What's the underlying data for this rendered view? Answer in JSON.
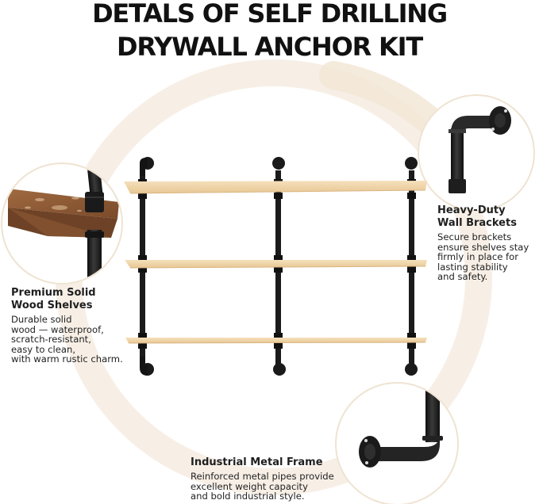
{
  "title": {
    "line1": "DETALS OF SELF DRILLING",
    "line2": "DRYWALL ANCHOR KIT"
  },
  "features": [
    {
      "id": "wood",
      "heading": "Premium Solid\nWood Shelves",
      "heading_line1": "Premium Solid",
      "heading_line2": "Wood Shelves",
      "body": "Durable solid\nwood — waterproof,\nscratch-resistant,\neasy to clean,\nwith warm rustic charm.",
      "image": "wood-shelf-closeup"
    },
    {
      "id": "bracket",
      "heading_line1": "Heavy-Duty",
      "heading_line2": "Wall Brackets",
      "body": "Secure brackets\nensure shelves stay\nfirmly in place for\nlasting stability\nand safety.",
      "image": "wall-bracket-closeup"
    },
    {
      "id": "frame",
      "heading_line1": "Industrial Metal Frame",
      "body": "Reinforced metal pipes provide\nexcellent weight capacity\nand bold industrial style.",
      "image": "pipe-flange-closeup"
    }
  ],
  "product": {
    "name": "3-tier industrial pipe wall shelf",
    "shelves": 3,
    "uprights": 3
  },
  "colors": {
    "background": "#ffffff",
    "ring": "#f7efe6",
    "ring_accent": "#f1e2cf",
    "shelf_top": "#f0d7ad",
    "shelf_edge": "#d9b581",
    "pipe": "#1b1b1b",
    "wood_dark": "#8a5a36",
    "title": "#111111"
  }
}
